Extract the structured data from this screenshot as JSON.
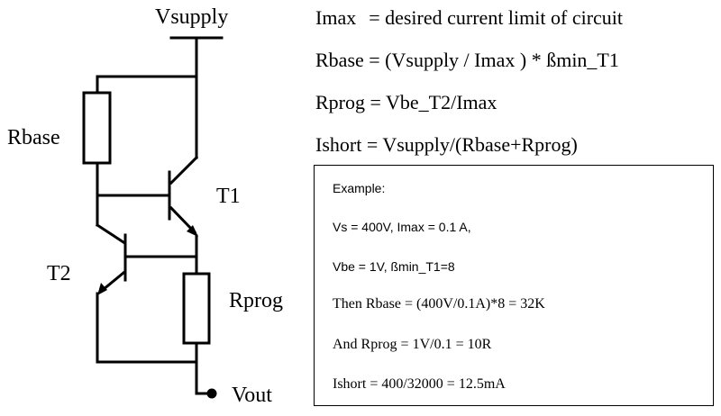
{
  "schematic": {
    "supply_label": "Vsupply",
    "rbase_label": "Rbase",
    "t1_label": "T1",
    "t2_label": "T2",
    "rprog_label": "Rprog",
    "vout_label": "Vout"
  },
  "equations": [
    {
      "lhs": "Imax",
      "rhs": "= desired current limit of circuit"
    },
    {
      "lhs": "Rbase",
      "rhs": "= (Vsupply / Imax ) * ßmin_T1"
    },
    {
      "lhs": "Rprog",
      "rhs": "= Vbe_T2/Imax"
    },
    {
      "lhs": "Ishort",
      "rhs": "= Vsupply/(Rbase+Rprog)"
    }
  ],
  "example": {
    "heading": "Example:",
    "lines": [
      "Vs = 400V, Imax = 0.1 A,",
      "Vbe = 1V, ßmin_T1=8",
      "Then Rbase = (400V/0.1A)*8 = 32K",
      "And Rprog = 1V/0.1 = 10R",
      "Ishort = 400/32000 = 12.5mA"
    ]
  }
}
